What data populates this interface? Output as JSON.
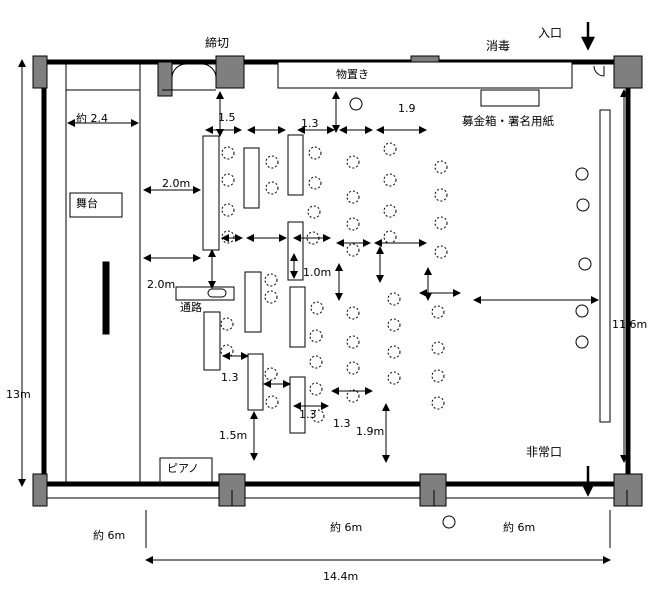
{
  "labels": {
    "entrance": "入口",
    "deadline": "締切",
    "disinfection": "消毒",
    "storage": "物置き",
    "donation_box": "募金箱・署名用紙",
    "stage": "舞台",
    "passage": "通路",
    "piano": "ピアノ",
    "emergency_exit": "非常口",
    "stage_depth": "約 2.4",
    "dist_stage_1": "2.0m",
    "dist_stage_2": "2.0m",
    "gap_1_5_top": "1.5",
    "gap_1_3_top": "1.3",
    "gap_1_9_top": "1.9",
    "gap_1_0m": "1.0m",
    "gap_1_3_left": "1.3",
    "gap_1_5m_left": "1.5m",
    "gap_1_3_bottom_a": "1.3",
    "gap_1_3_bottom_b": "1.3",
    "gap_1_9m": "1.9m",
    "height_total": "13m",
    "height_inner": "11.6m",
    "width_left": "約 6m",
    "width_mid": "約 6m",
    "width_right": "約 6m",
    "width_total": "14.4m"
  }
}
